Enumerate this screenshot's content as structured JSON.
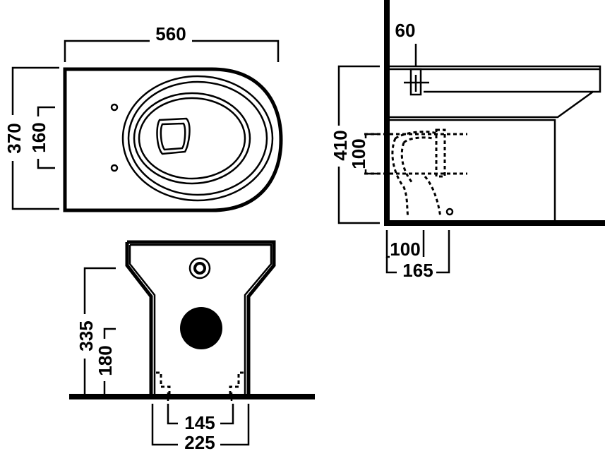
{
  "dimensions": {
    "plan_width": "560",
    "plan_depth": "370",
    "plan_fixing_spacing": "160",
    "side_cistern_gap": "60",
    "side_height": "410",
    "side_outlet_spacing": "100",
    "side_outlet_from_wall_1": "100",
    "side_outlet_from_wall_2": "165",
    "front_height": "335",
    "front_inlet_height": "180",
    "front_fixing_spacing_inner": "145",
    "front_fixing_spacing_outer": "225"
  }
}
